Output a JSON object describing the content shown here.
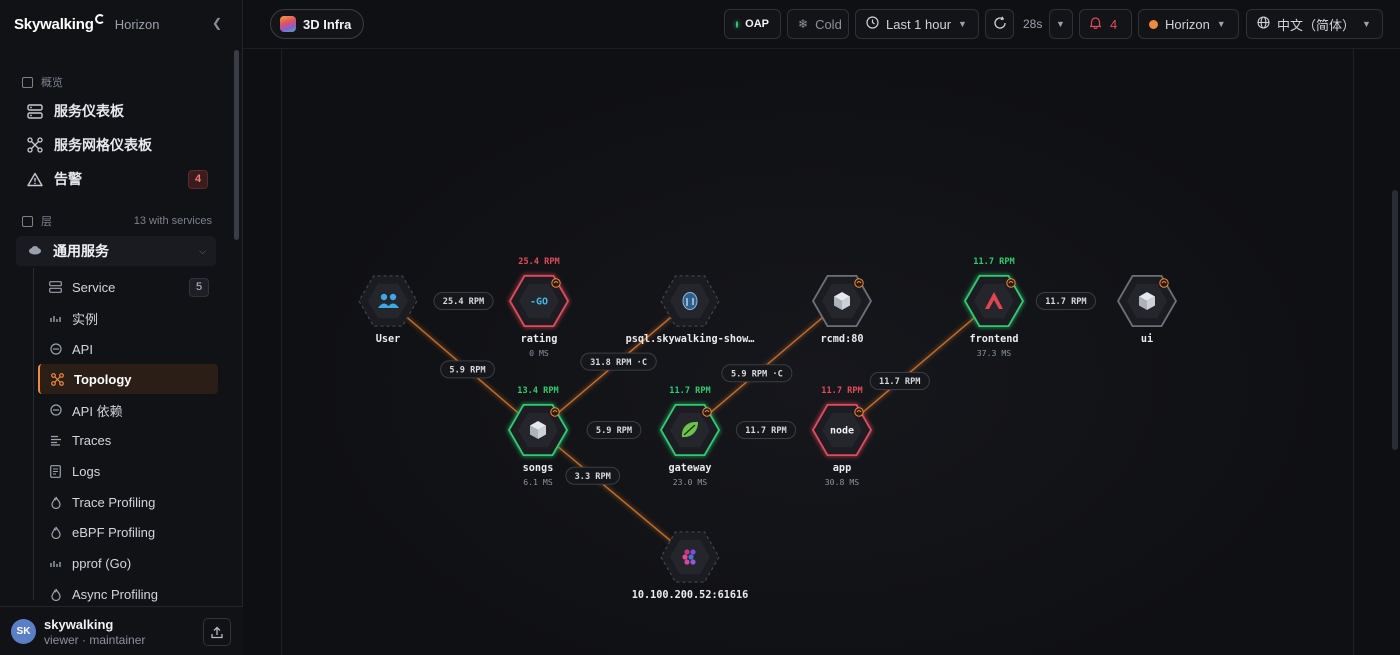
{
  "brand": {
    "logo_text": "Skywalking",
    "subtitle": "Horizon",
    "collapse_icon": "chevron-left-icon"
  },
  "sidebar": {
    "overview_label": "概览",
    "top_items": [
      {
        "label": "服务仪表板",
        "icon": "server-icon"
      },
      {
        "label": "服务网格仪表板",
        "icon": "mesh-icon"
      },
      {
        "label": "告警",
        "icon": "alert-triangle-icon",
        "badge": "4"
      }
    ],
    "layer_label": "层",
    "layer_count": "13 with services",
    "group": {
      "title": "通用服务",
      "icon": "cloud-icon"
    },
    "sub_items": [
      {
        "label": "Service",
        "icon": "server-icon",
        "badge": "5"
      },
      {
        "label": "实例",
        "icon": "bar-chart-icon"
      },
      {
        "label": "API",
        "icon": "api-icon"
      },
      {
        "label": "Topology",
        "icon": "topology-icon",
        "active": true
      },
      {
        "label": "API 依赖",
        "icon": "api-icon"
      },
      {
        "label": "Traces",
        "icon": "list-icon"
      },
      {
        "label": "Logs",
        "icon": "file-icon"
      },
      {
        "label": "Trace Profiling",
        "icon": "flame-icon"
      },
      {
        "label": "eBPF Profiling",
        "icon": "flame-icon"
      },
      {
        "label": "pprof (Go)",
        "icon": "bar-chart-icon"
      },
      {
        "label": "Async Profiling",
        "icon": "flame-icon"
      }
    ],
    "user": {
      "initials": "SK",
      "name": "skywalking",
      "role": "viewer · maintainer"
    }
  },
  "topbar": {
    "infra_label": "3D Infra",
    "oap_label": "OAP",
    "oap_color": "#2ecc71",
    "cold_label": "Cold",
    "time_label": "Last 1 hour",
    "refresh_value": "28s",
    "alerts_count": "4",
    "theme_label": "Horizon",
    "theme_color": "#f08a3c",
    "language_label": "中文（简体）"
  },
  "colors": {
    "accent": "#f08a3c",
    "healthy": "#2ecc71",
    "alarm": "#e24b5b",
    "neutral": "#6c7079",
    "edge": "#e07a2e"
  },
  "topology": {
    "nodes": [
      {
        "id": "user",
        "name": "User",
        "icon": "users-icon",
        "status": "virtual"
      },
      {
        "id": "rating",
        "name": "rating",
        "icon": "go-icon",
        "status": "alarm",
        "rpm": "25.4 RPM",
        "latency": "0 MS"
      },
      {
        "id": "psql",
        "name": "psql.skywalking-show…",
        "icon": "postgres-icon",
        "status": "virtual"
      },
      {
        "id": "rcmd",
        "name": "rcmd:80",
        "icon": "cube-icon",
        "status": "neutral"
      },
      {
        "id": "frontend",
        "name": "frontend",
        "icon": "angular-icon",
        "status": "healthy",
        "rpm": "11.7 RPM",
        "latency": "37.3 MS"
      },
      {
        "id": "ui",
        "name": "ui",
        "icon": "cube-icon",
        "status": "neutral"
      },
      {
        "id": "songs",
        "name": "songs",
        "icon": "cube-icon",
        "status": "healthy",
        "rpm": "13.4 RPM",
        "latency": "6.1 MS"
      },
      {
        "id": "gateway",
        "name": "gateway",
        "icon": "spring-icon",
        "status": "healthy",
        "rpm": "11.7 RPM",
        "latency": "23.0 MS"
      },
      {
        "id": "app",
        "name": "app",
        "icon": "node-icon",
        "status": "alarm",
        "rpm": "11.7 RPM",
        "latency": "30.8 MS"
      },
      {
        "id": "kafka",
        "name": "10.100.200.52:61616",
        "icon": "activemq-icon",
        "status": "virtual"
      }
    ],
    "edges": [
      {
        "from": "user",
        "to": "rating",
        "label": "25.4 RPM"
      },
      {
        "from": "user",
        "to": "songs",
        "label": "5.9 RPM"
      },
      {
        "from": "songs",
        "to": "psql",
        "label": "31.8 RPM ·C"
      },
      {
        "from": "gateway",
        "to": "rcmd",
        "label": "5.9 RPM ·C"
      },
      {
        "from": "songs",
        "to": "gateway",
        "label": "5.9 RPM"
      },
      {
        "from": "gateway",
        "to": "app",
        "label": "11.7 RPM"
      },
      {
        "from": "app",
        "to": "frontend",
        "label": "11.7 RPM"
      },
      {
        "from": "frontend",
        "to": "ui",
        "label": "11.7 RPM"
      },
      {
        "from": "songs",
        "to": "kafka",
        "label": "3.3 RPM"
      }
    ]
  }
}
